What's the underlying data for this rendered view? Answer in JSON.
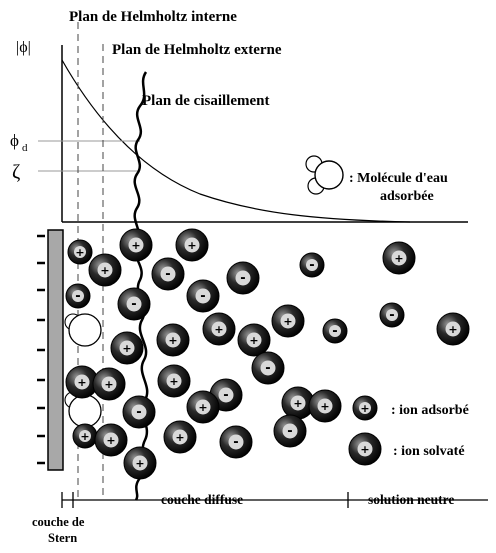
{
  "labels": {
    "inner_plane": "Plan de Helmholtz interne",
    "outer_plane": "Plan de Helmholtz externe",
    "shear_plane": "Plan de cisaillement",
    "phi_axis": "|ϕ|",
    "phi_d": "ϕ",
    "phi_d_sub": "d",
    "zeta": "ζ",
    "water_line1": ": Molécule d'eau",
    "water_line2": "adsorbée",
    "ion_adsorbed": ": ion adsorbé",
    "ion_solvated": ": ion solvaté",
    "stern_line1": "couche de",
    "stern_line2": "Stern",
    "diffuse_layer": "couche diffuse",
    "neutral_solution": "solution neutre"
  },
  "signs": {
    "plus": "+",
    "minus": "-"
  },
  "ions": [
    {
      "sign": "+",
      "big": false
    },
    {
      "sign": "+",
      "big": true
    },
    {
      "sign": "+",
      "big": true
    },
    {
      "sign": "+",
      "big": true
    },
    {
      "sign": "-",
      "big": true
    },
    {
      "sign": "-",
      "big": false
    },
    {
      "sign": "-",
      "big": true
    },
    {
      "sign": "-",
      "big": true
    },
    {
      "sign": "-",
      "big": false
    },
    {
      "sign": "+",
      "big": true
    },
    {
      "sign": "-",
      "big": true
    },
    {
      "sign": "+",
      "big": true
    },
    {
      "sign": "+",
      "big": true
    },
    {
      "sign": "-",
      "big": false
    },
    {
      "sign": "+",
      "big": true
    },
    {
      "sign": "-",
      "big": false
    },
    {
      "sign": "+",
      "big": true
    },
    {
      "sign": "+",
      "big": true
    },
    {
      "sign": "+",
      "big": true
    },
    {
      "sign": "+",
      "big": true
    },
    {
      "sign": "-",
      "big": true
    },
    {
      "sign": "+",
      "big": true
    },
    {
      "sign": "-",
      "big": true
    },
    {
      "sign": "+",
      "big": true
    },
    {
      "sign": "-",
      "big": true
    },
    {
      "sign": "+",
      "big": true
    },
    {
      "sign": "+",
      "big": false
    },
    {
      "sign": "+",
      "big": true
    },
    {
      "sign": "+",
      "big": true
    },
    {
      "sign": "-",
      "big": true
    },
    {
      "sign": "+",
      "big": true
    },
    {
      "sign": "+",
      "big": true
    },
    {
      "sign": "+",
      "big": true
    },
    {
      "sign": "-",
      "big": true
    }
  ],
  "legend_ions": [
    {
      "sign": "+",
      "big": false
    },
    {
      "sign": "+",
      "big": true
    }
  ]
}
